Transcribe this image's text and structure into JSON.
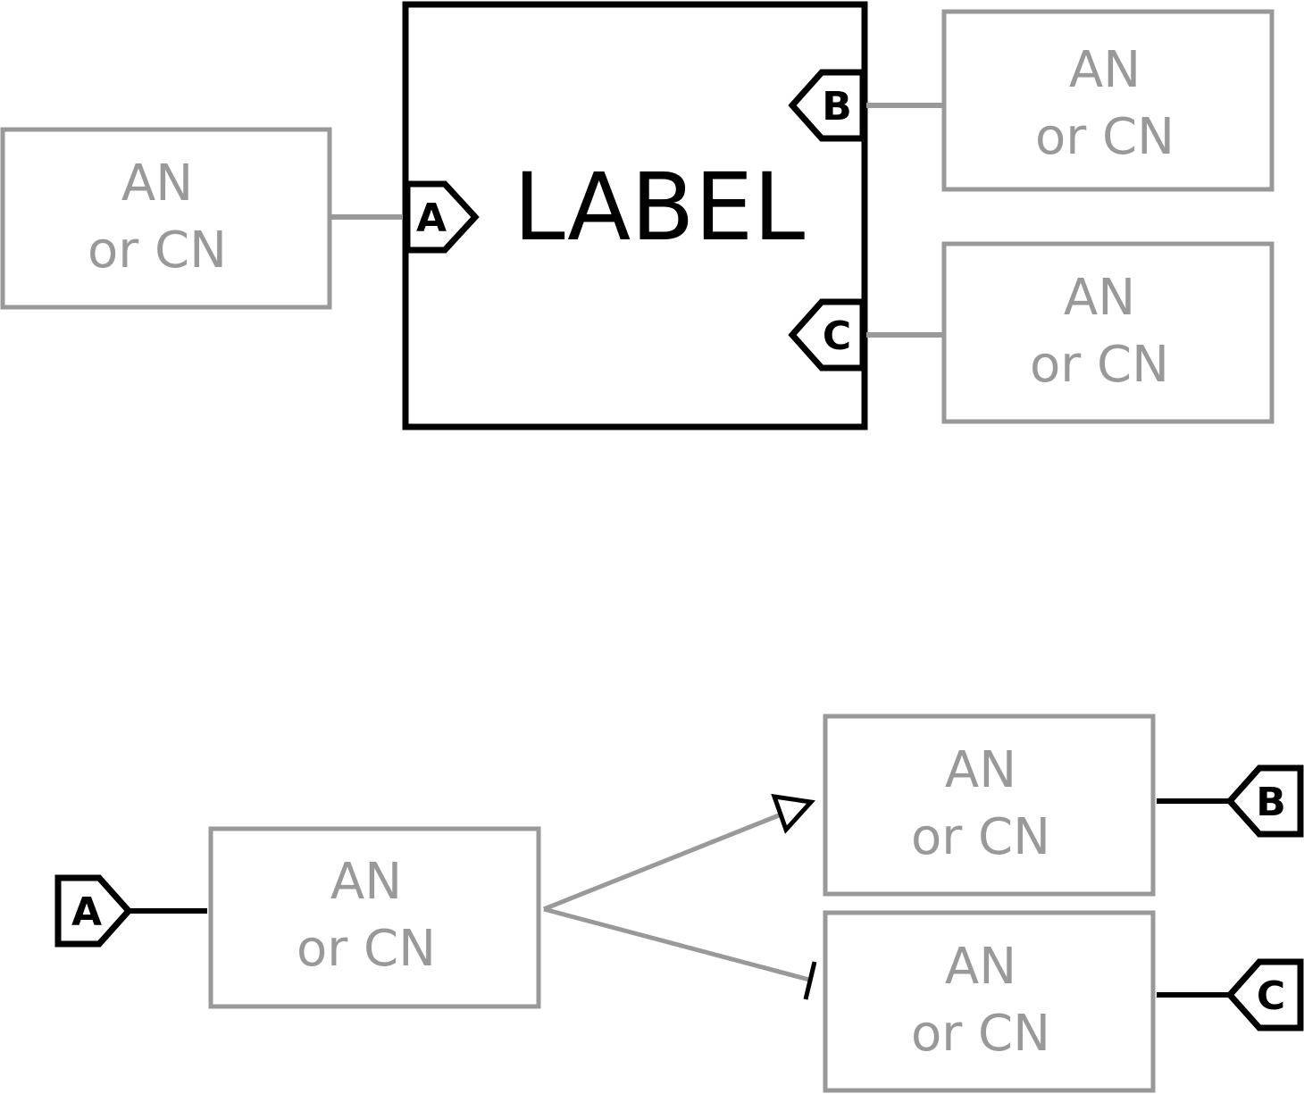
{
  "colors": {
    "node_stroke": "#999999",
    "node_text": "#999999",
    "main_stroke": "#000000",
    "port_stroke": "#000000"
  },
  "node": {
    "line1": "AN",
    "line2": "or CN"
  },
  "main_block": {
    "label": "LABEL"
  },
  "ports": {
    "a": "A",
    "b": "B",
    "c": "C"
  }
}
